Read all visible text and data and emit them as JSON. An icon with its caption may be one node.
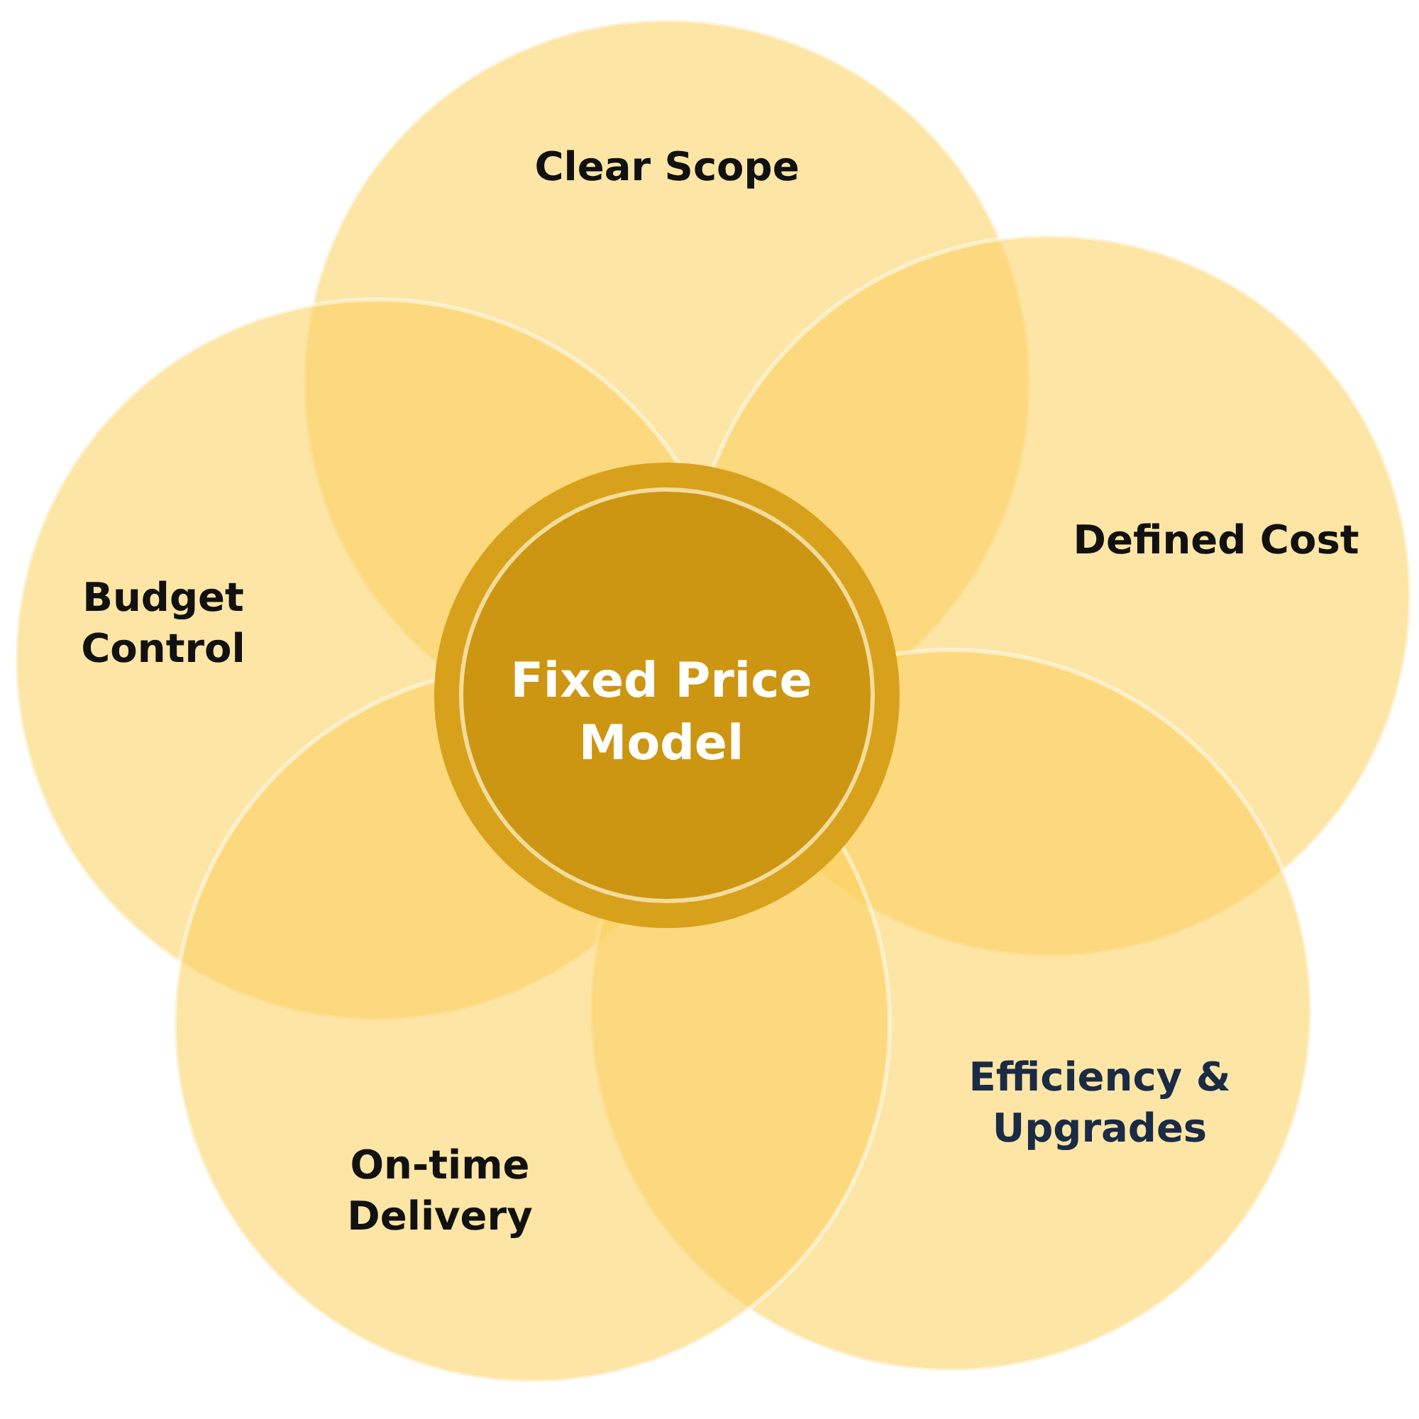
{
  "diagram": {
    "nodes": [
      {
        "text": [
          "Clear Scope"
        ]
      },
      {
        "text": [
          "Defined Cost"
        ]
      },
      {
        "text": [
          "Budget Control"
        ]
      },
      {
        "text": [
          "Fixed Price Model"
        ]
      },
      {
        "text": [
          "Efficiency & Upgrades"
        ]
      },
      {
        "text": [
          "On-time Delivery"
        ]
      }
    ],
    "edges": []
  }
}
